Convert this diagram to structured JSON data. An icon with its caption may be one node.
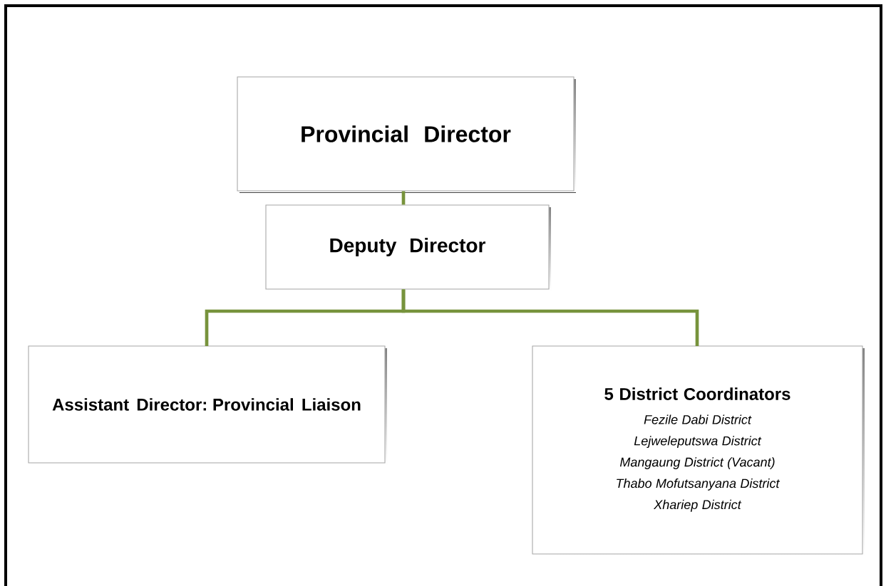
{
  "diagram": {
    "nodes": [
      {
        "text": [
          "Provincial Director"
        ]
      },
      {
        "text": [
          "Deputy Director"
        ]
      },
      {
        "text": [
          "Assistant Director: Provincial Liaison"
        ]
      },
      {
        "text": [
          "5 District Coordinators",
          "Fezile Dabi District",
          "Lejweleputswa District",
          "Mangaung District (Vacant)",
          "Thabo Mofutsanyana District",
          "Xhariep District"
        ]
      }
    ],
    "edges": [
      {
        "from": 0,
        "to": 1,
        "arrow": "none"
      },
      {
        "from": 1,
        "to": 2,
        "arrow": "none"
      },
      {
        "from": 1,
        "to": 3,
        "arrow": "none"
      }
    ]
  }
}
